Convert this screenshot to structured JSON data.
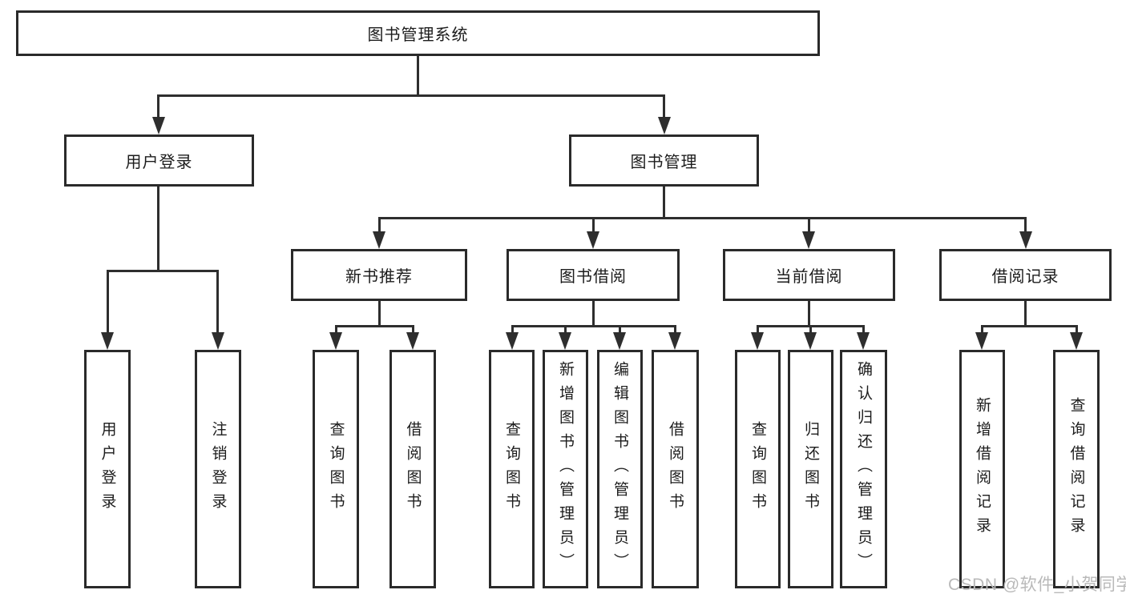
{
  "diagram": {
    "root": {
      "label": "图书管理系统"
    },
    "branches": [
      {
        "label": "用户登录",
        "children": [
          {
            "label": "用户登录"
          },
          {
            "label": "注销登录"
          }
        ]
      },
      {
        "label": "图书管理",
        "children": [
          {
            "label": "新书推荐",
            "children": [
              {
                "label": "查询图书"
              },
              {
                "label": "借阅图书"
              }
            ]
          },
          {
            "label": "图书借阅",
            "children": [
              {
                "label": "查询图书"
              },
              {
                "label": "新增图书（管理员）"
              },
              {
                "label": "编辑图书（管理员）"
              },
              {
                "label": "借阅图书"
              }
            ]
          },
          {
            "label": "当前借阅",
            "children": [
              {
                "label": "查询图书"
              },
              {
                "label": "归还图书"
              },
              {
                "label": "确认归还（管理员）"
              }
            ]
          },
          {
            "label": "借阅记录",
            "children": [
              {
                "label": "新增借阅记录"
              },
              {
                "label": "查询借阅记录"
              }
            ]
          }
        ]
      }
    ]
  },
  "watermark": {
    "text": "CSDN @软件_小贺同学",
    "color": "#b9b9b9"
  },
  "colors": {
    "line": "#2e2e2e",
    "box_border": "#2a2a2a",
    "box_bg": "#ffffff",
    "text": "#1c1c1c"
  }
}
